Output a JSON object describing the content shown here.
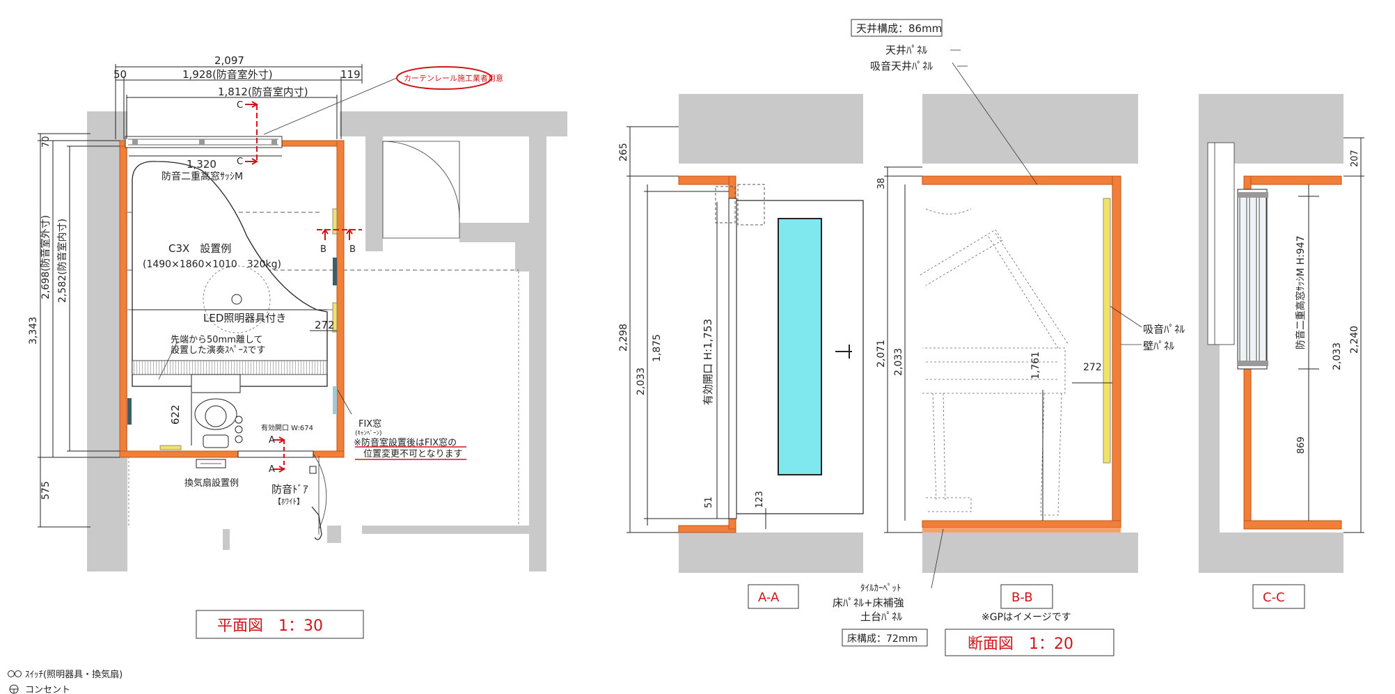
{
  "plan": {
    "dim_total_width": "2,097",
    "dim_left": "50",
    "dim_outer": "1,928(防音室外寸)",
    "dim_right": "119",
    "dim_inner": "1,812(防音室内寸)",
    "callout_curtain": "カーテンレール施工業者用意",
    "section_c": "C",
    "dim_window": "1,320",
    "window_label": "防音二重高窓ｻｯｼM",
    "section_b": "B",
    "piano_model": "C3X　設置例",
    "piano_size": "(1490×1860×1010　320kg)",
    "light_label": "LED照明器具付き",
    "performer_note_1": "先端から50mm離して",
    "performer_note_2": "設置した演奏ｽﾍﾟｰｽです",
    "dim_272": "272",
    "dim_622": "622",
    "door_opening": "有効開口 W:674",
    "section_a": "A",
    "fix_window": "FIX窓",
    "fix_window_sub": "(ｷｬﾝﾍﾟｰﾝ)",
    "fix_note_1": "※防音室設置後はFIX窓の",
    "fix_note_2": "位置変更不可となります",
    "fan_label": "換気扇設置例",
    "door_label": "防音ﾄﾞｱ",
    "door_color": "【ﾎﾜｲﾄ】",
    "dim_70": "70",
    "dim_outer_depth": "2,698(防音室外寸)",
    "dim_inner_depth": "2,582(防音室内寸)",
    "dim_total_depth": "3,343",
    "dim_575": "575",
    "scale_title": "平面図　1：30"
  },
  "section_aa": {
    "dim_265": "265",
    "dim_2298": "2,298",
    "dim_2033": "2,033",
    "dim_1875": "1,875",
    "opening_height": "有効開口 H:1,753",
    "dim_51": "51",
    "dim_123": "123",
    "label": "A-A"
  },
  "section_bb": {
    "ceiling_spec": "天井構成：86mm",
    "ceiling_panel": "天井ﾊﾟﾈﾙ",
    "absorb_ceiling": "吸音天井ﾊﾟﾈﾙ",
    "dim_38": "38",
    "dim_2071": "2,071",
    "dim_2033": "2,033",
    "dim_1761": "1,761",
    "dim_272": "272",
    "absorb_panel": "吸音ﾊﾟﾈﾙ",
    "wall_panel": "壁ﾊﾟﾈﾙ",
    "tile_carpet": "ﾀｲﾙｶｰﾍﾟｯﾄ",
    "floor_panel": "床ﾊﾟﾈﾙ+床補強",
    "base_panel": "土台ﾊﾟﾈﾙ",
    "floor_spec": "床構成：72mm",
    "label": "B-B",
    "gp_note": "※GPはイメージです",
    "scale_title": "断面図　1：20"
  },
  "section_cc": {
    "dim_207": "207",
    "window_height": "防音二重高窓ｻｯｼM H:947",
    "dim_2033": "2,033",
    "dim_2240": "2,240",
    "dim_869": "869",
    "label": "C-C"
  },
  "legend": {
    "switch": "ｽｲｯﾁ(照明器具・換気扇)",
    "outlet": "コンセント"
  },
  "colors": {
    "room_wall": "#f07f3a",
    "building_wall": "#c9c9c9",
    "red_marks": "#d0141a",
    "absorb_panel": "#f1e36a",
    "glass": "#7fe7ee"
  }
}
